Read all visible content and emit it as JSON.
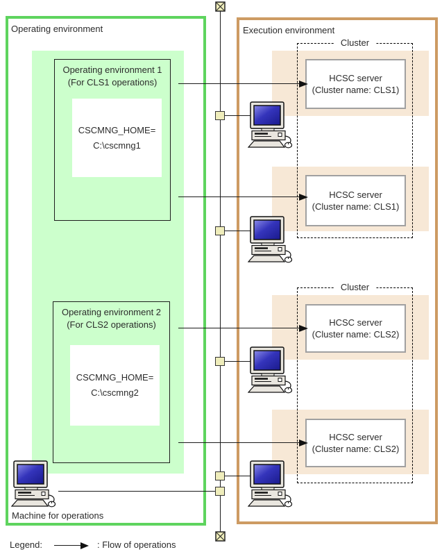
{
  "operating_environment": {
    "title": "Operating environment",
    "machine_label": "Machine for operations",
    "sub_environments": [
      {
        "title": "Operating environment 1",
        "subtitle": "(For CLS1 operations)",
        "home": {
          "line1": "CSCMNG_HOME=",
          "line2": "C:\\cscmng1"
        }
      },
      {
        "title": "Operating environment 2",
        "subtitle": "(For CLS2 operations)",
        "home": {
          "line1": "CSCMNG_HOME=",
          "line2": "C:\\cscmng2"
        }
      }
    ]
  },
  "execution_environment": {
    "title": "Execution environment",
    "clusters": [
      {
        "label": "Cluster",
        "servers": [
          {
            "name": "HCSC server",
            "detail": "(Cluster name: CLS1)"
          },
          {
            "name": "HCSC server",
            "detail": "(Cluster name: CLS1)"
          }
        ]
      },
      {
        "label": "Cluster",
        "servers": [
          {
            "name": "HCSC server",
            "detail": "(Cluster name: CLS2)"
          },
          {
            "name": "HCSC server",
            "detail": "(Cluster name: CLS2)"
          }
        ]
      }
    ]
  },
  "legend": {
    "label": "Legend:",
    "flow_label": ": Flow of operations"
  },
  "icons": {
    "computer": "desktop-computer-icon",
    "network_terminator": "x-box-terminator-icon",
    "network_node": "yellow-connector-node"
  },
  "colors": {
    "operating_border": "#5ed45e",
    "operating_fill": "#ccffcc",
    "execution_border": "#cd9b63",
    "execution_band": "#f7e8d6",
    "node_fill": "#efedbb",
    "server_border": "#a0a0a0",
    "line": "#1a1a1a"
  }
}
